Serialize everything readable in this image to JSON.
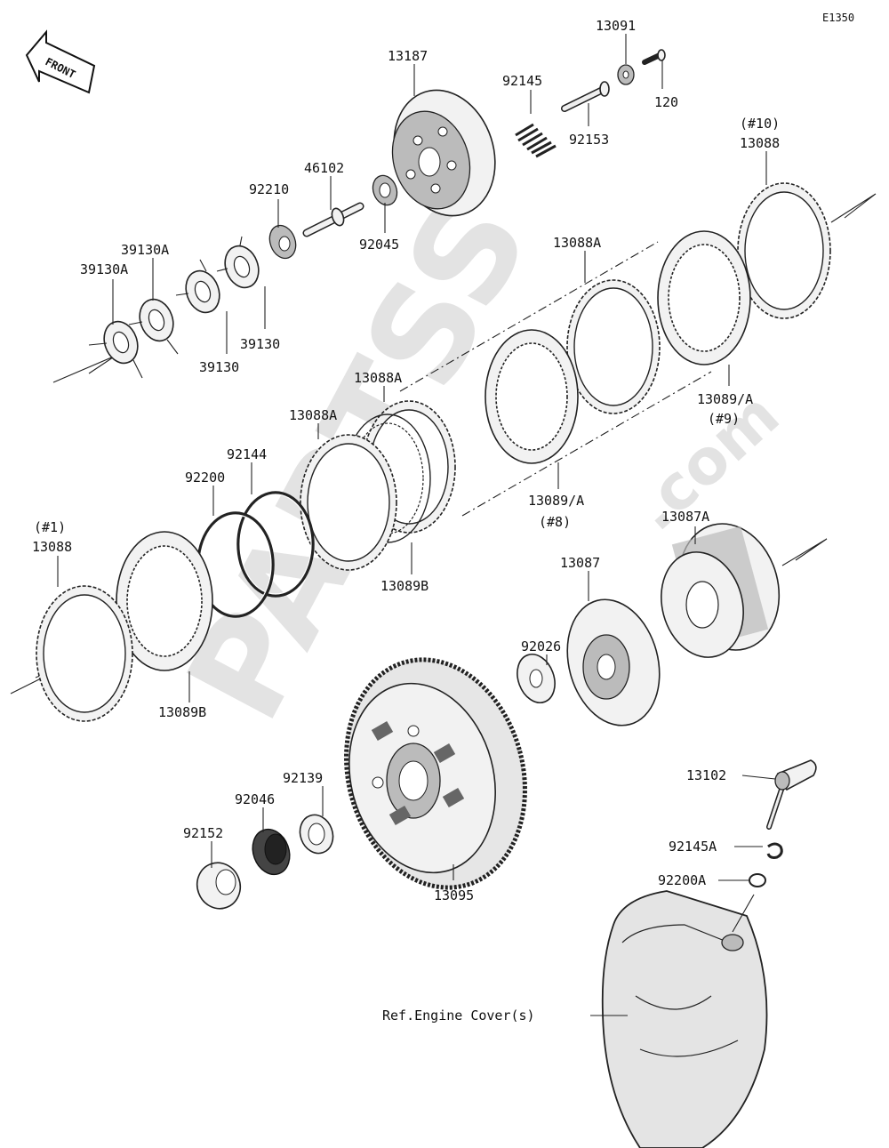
{
  "diagram_code": "E1350",
  "front_label": "FRONT",
  "watermark": {
    "main": "PARTSS",
    "suffix": ".com"
  },
  "labels": {
    "p13187": "13187",
    "p92145": "92145",
    "p13091": "13091",
    "p120": "120",
    "p92153": "92153",
    "p46102": "46102",
    "p92210": "92210",
    "p92045": "92045",
    "p39130A_a": "39130A",
    "p39130A_b": "39130A",
    "p39130_a": "39130",
    "p39130_b": "39130",
    "p10_mark": "(#10)",
    "p13088_top": "13088",
    "p13088A_mid": "13088A",
    "p13089A_top": "13089/A",
    "p9_mark": "(#9)",
    "p13088A_left": "13088A",
    "p13088A_left2": "13088A",
    "p92144": "92144",
    "p92200": "92200",
    "p1_mark": "(#1)",
    "p13088_left": "13088",
    "p13089B_mid": "13089B",
    "p13089A_mid": "13089/A",
    "p8_mark": "(#8)",
    "p13087A": "13087A",
    "p13087": "13087",
    "p92026": "92026",
    "p13089B_left": "13089B",
    "p13102": "13102",
    "p92139": "92139",
    "p92046": "92046",
    "p92152": "92152",
    "p92145A": "92145A",
    "p92200A": "92200A",
    "p13095": "13095",
    "ref_cover": "Ref.Engine Cover(s)"
  }
}
